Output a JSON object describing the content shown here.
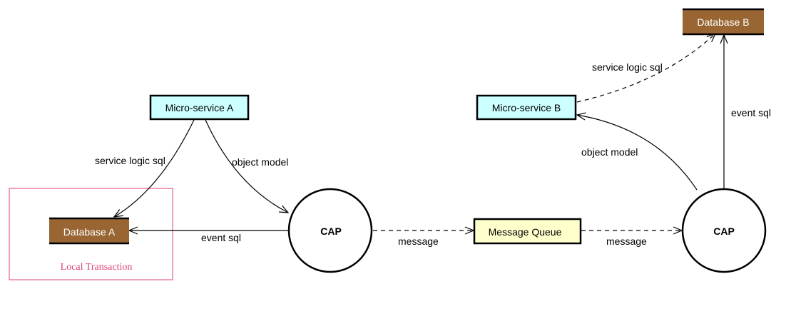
{
  "nodes": {
    "micro_service_a": "Micro-service A",
    "micro_service_b": "Micro-service B",
    "database_a": "Database A",
    "database_b": "Database B",
    "cap_left": "CAP",
    "cap_right": "CAP",
    "message_queue": "Message Queue",
    "local_transaction": "Local Transaction"
  },
  "edges": {
    "service_logic_sql_a": "service logic sql",
    "object_model_a": "object model",
    "event_sql_a": "event sql",
    "message_left": "message",
    "message_right": "message",
    "object_model_b": "object model",
    "service_logic_sql_b": "service logic sql",
    "event_sql_b": "event sql"
  },
  "colors": {
    "service_fill": "#ccffff",
    "database_fill": "#996633",
    "queue_fill": "#ffffcc",
    "local_transaction": "#e0407a"
  }
}
